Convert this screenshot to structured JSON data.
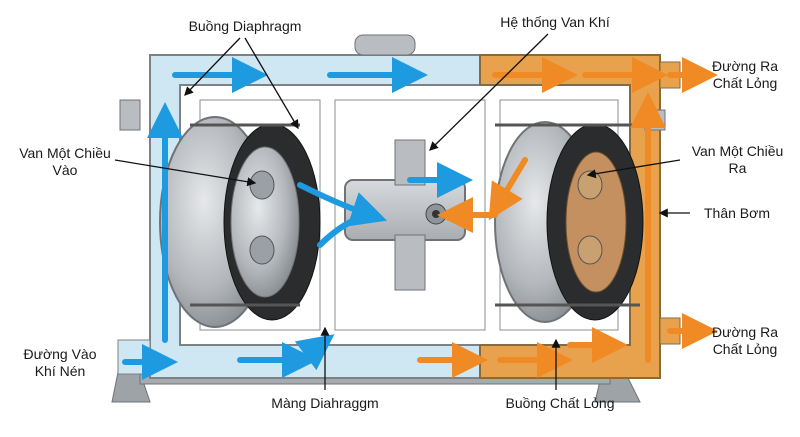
{
  "labels": {
    "diaphragm_chamber": "Buồng Diaphragm",
    "air_valve_system": "Hệ thống Van Khí",
    "outlet_top_line1": "Đường Ra",
    "outlet_top_line2": "Chất Lỏng",
    "inlet_check_valve_line1": "Van Một Chiều",
    "inlet_check_valve_line2": "Vào",
    "outlet_check_valve_line1": "Van Một Chiều",
    "outlet_check_valve_line2": "Ra",
    "pump_body": "Thân Bơm",
    "outlet_bottom_line1": "Đường Ra",
    "outlet_bottom_line2": "Chất Lỏng",
    "air_inlet_line1": "Đường Vào",
    "air_inlet_line2": "Khí Nén",
    "diaphragm_membrane": "Màng Diahraggm",
    "liquid_chamber": "Buồng Chất Lỏng"
  },
  "colors": {
    "air_flow": "#1e9be0",
    "air_tint": "#cfe6f3",
    "liquid_flow": "#f08a24",
    "liquid_tint": "#e8a24e",
    "metal": "#b9bcc0",
    "metal_dark": "#6f7377",
    "diaphragm": "#2a2c2e"
  }
}
